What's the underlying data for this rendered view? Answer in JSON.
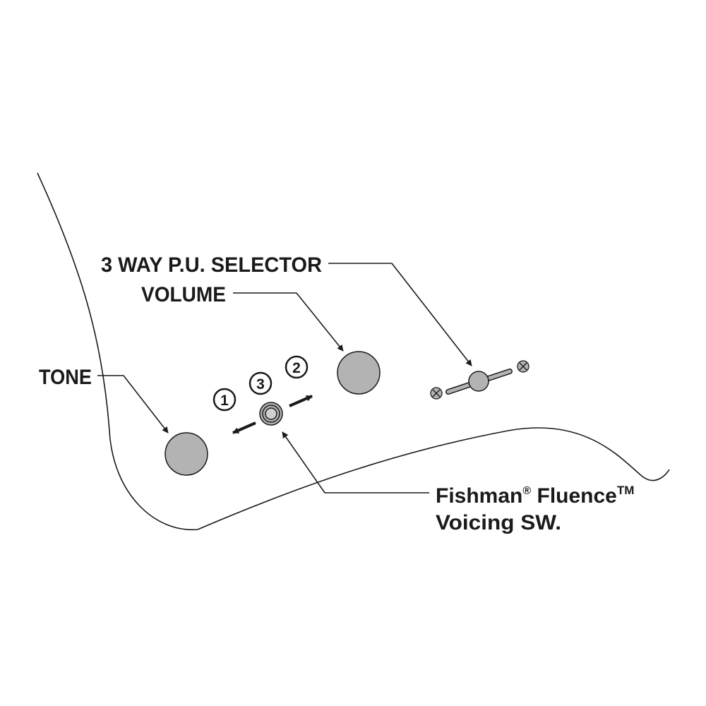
{
  "labels": {
    "selector": "3 WAY P.U. SELECTOR",
    "volume": "VOLUME",
    "tone": "TONE",
    "voicing_line1_a": "Fishman",
    "voicing_reg": "®",
    "voicing_line1_b": " Fluence",
    "voicing_tm": "TM",
    "voicing_line2": "Voicing SW."
  },
  "positions": {
    "one": "1",
    "two": "2",
    "three": "3"
  },
  "colors": {
    "knob_fill": "#b3b3b3",
    "line": "#1a1a1a",
    "background": "#ffffff"
  }
}
